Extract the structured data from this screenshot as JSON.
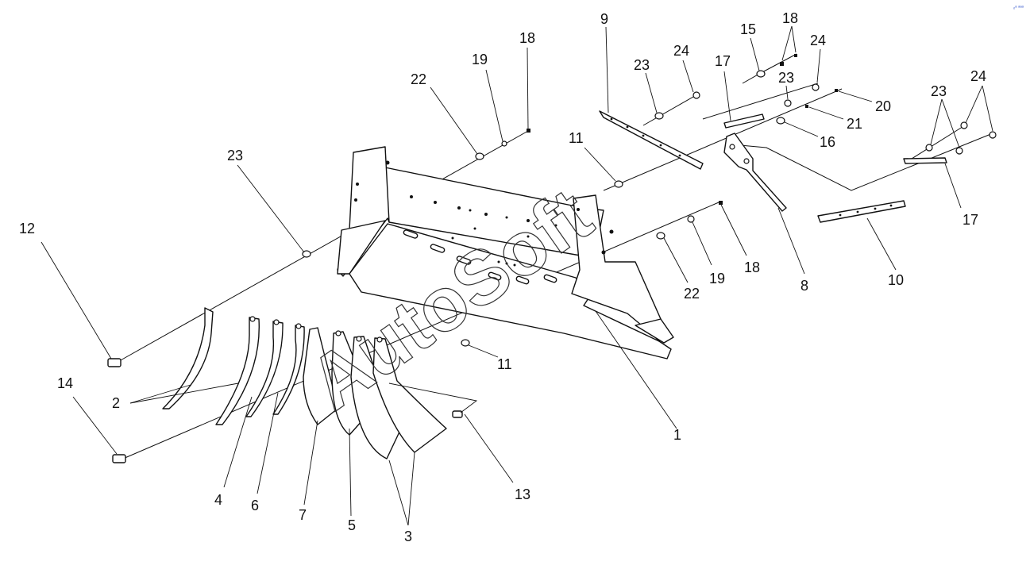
{
  "watermark": "AutoSoft",
  "corner_mark": "ₒᵃ ᵃᵃᵃ",
  "callouts": {
    "c1": "1",
    "c2": "2",
    "c3": "3",
    "c4": "4",
    "c5": "5",
    "c6": "6",
    "c7": "7",
    "c8": "8",
    "c9": "9",
    "c10": "10",
    "c11a": "11",
    "c11b": "11",
    "c12": "12",
    "c13": "13",
    "c14": "14",
    "c15": "15",
    "c16": "16",
    "c17a": "17",
    "c17b": "17",
    "c18a": "18",
    "c18b": "18",
    "c18c": "18",
    "c19a": "19",
    "c19b": "19",
    "c20": "20",
    "c21": "21",
    "c22a": "22",
    "c22b": "22",
    "c23a": "23",
    "c23b": "23",
    "c23c": "23",
    "c23d": "23",
    "c24a": "24",
    "c24b": "24",
    "c24c": "24"
  }
}
